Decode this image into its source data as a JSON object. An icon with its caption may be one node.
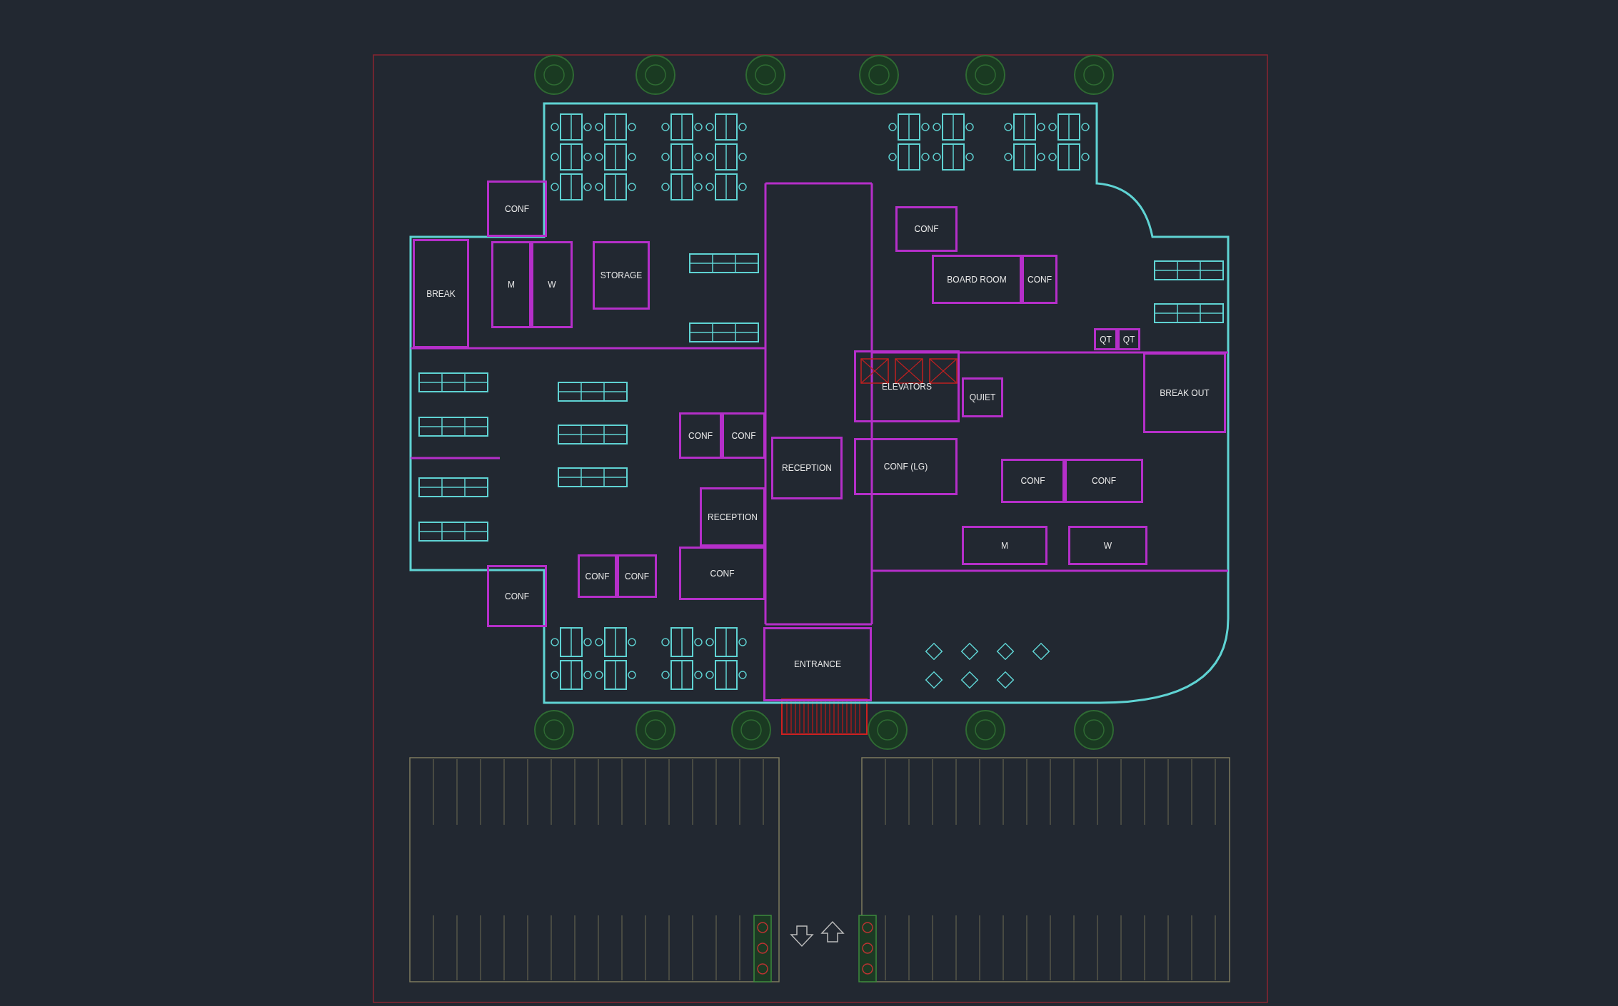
{
  "diagram": {
    "nodes": [
      {
        "text": [
          "CONF"
        ]
      },
      {
        "text": [
          "CONF"
        ]
      },
      {
        "text": [
          "BREAK"
        ]
      },
      {
        "text": [
          "M"
        ]
      },
      {
        "text": [
          "W"
        ]
      },
      {
        "text": [
          "STORAGE"
        ]
      },
      {
        "text": [
          "BOARD ROOM"
        ]
      },
      {
        "text": [
          "CONF"
        ]
      },
      {
        "text": [
          "QT"
        ]
      },
      {
        "text": [
          "QT"
        ]
      },
      {
        "text": [
          "ELEVATORS"
        ]
      },
      {
        "text": [
          "QUIET"
        ]
      },
      {
        "text": [
          "BREAK OUT"
        ]
      },
      {
        "text": [
          "CONF"
        ]
      },
      {
        "text": [
          "CONF"
        ]
      },
      {
        "text": [
          "RECEPTION"
        ]
      },
      {
        "text": [
          "CONF (LG)"
        ]
      },
      {
        "text": [
          "CONF"
        ]
      },
      {
        "text": [
          "CONF"
        ]
      },
      {
        "text": [
          "RECEPTION"
        ]
      },
      {
        "text": [
          "M"
        ]
      },
      {
        "text": [
          "W"
        ]
      },
      {
        "text": [
          "CONF"
        ]
      },
      {
        "text": [
          "CONF"
        ]
      },
      {
        "text": [
          "CONF"
        ]
      },
      {
        "text": [
          "CONF"
        ]
      },
      {
        "text": [
          "ENTRANCE"
        ]
      }
    ]
  }
}
